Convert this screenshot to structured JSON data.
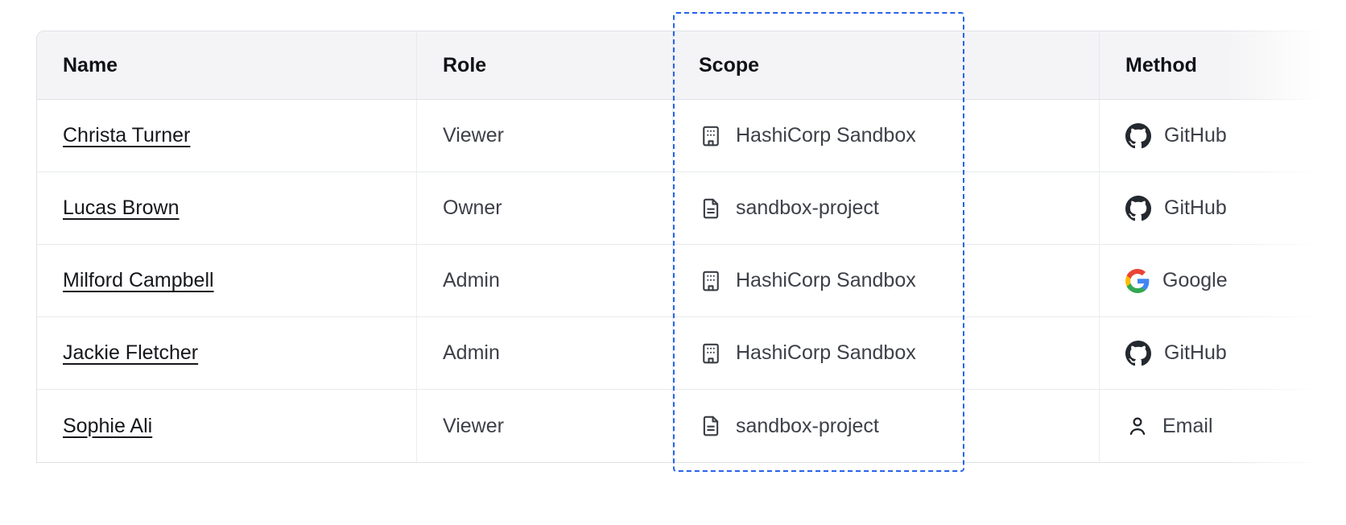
{
  "table": {
    "columns": [
      {
        "label": "Name"
      },
      {
        "label": "Role"
      },
      {
        "label": "Scope"
      },
      {
        "label": "Method"
      }
    ],
    "rows": [
      {
        "name": "Christa Turner",
        "role": "Viewer",
        "scope": "HashiCorp Sandbox",
        "scope_icon": "organization-icon",
        "method": "GitHub",
        "method_icon": "github-icon"
      },
      {
        "name": "Lucas Brown",
        "role": "Owner",
        "scope": "sandbox-project",
        "scope_icon": "project-icon",
        "method": "GitHub",
        "method_icon": "github-icon"
      },
      {
        "name": "Milford Campbell",
        "role": "Admin",
        "scope": "HashiCorp Sandbox",
        "scope_icon": "organization-icon",
        "method": "Google",
        "method_icon": "google-icon"
      },
      {
        "name": "Jackie Fletcher",
        "role": "Admin",
        "scope": "HashiCorp Sandbox",
        "scope_icon": "organization-icon",
        "method": "GitHub",
        "method_icon": "github-icon"
      },
      {
        "name": "Sophie Ali",
        "role": "Viewer",
        "scope": "sandbox-project",
        "scope_icon": "project-icon",
        "method": "Email",
        "method_icon": "person-icon"
      }
    ]
  },
  "highlight": {
    "type": "dashed-rectangle",
    "color": "#2563eb",
    "target": "Scope column"
  }
}
